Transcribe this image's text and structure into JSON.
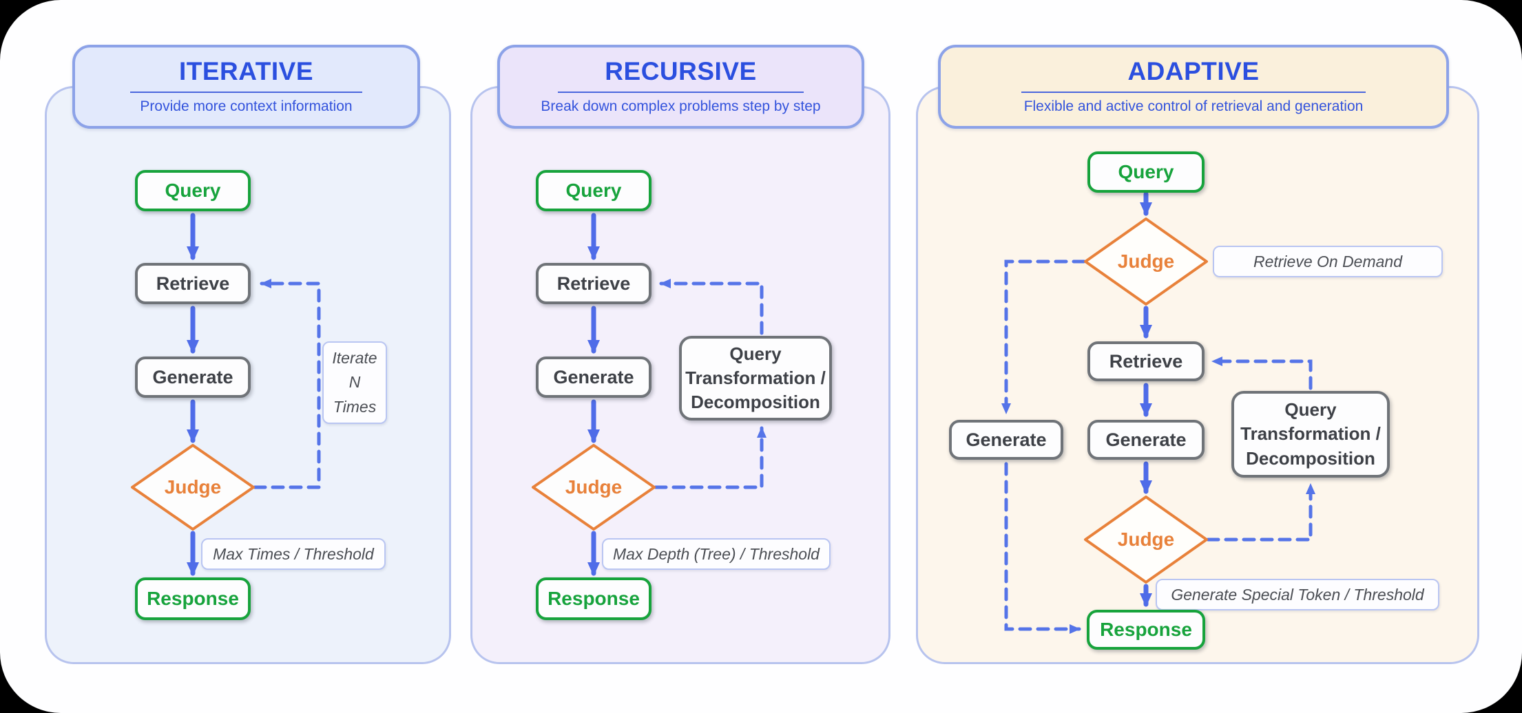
{
  "colors": {
    "page_bg": "#fefeff",
    "outer_bg": "#000000",
    "title_blue": "#2b4fdf",
    "subtitle_blue": "#3353dc",
    "solid_arrow_blue": "#4f6ce8",
    "dashed_arrow_blue": "#5574e8",
    "node_green": "#17a33c",
    "judge_orange": "#e8813a",
    "node_border_gray": "#6f7378",
    "node_text_gray": "#3e4147",
    "tag_border": "#b9c5f2",
    "panel_border": "#b7c3ee",
    "header_border": "#8ca2e8"
  },
  "panels": [
    {
      "key": "iterative",
      "title": "ITERATIVE",
      "subtitle": "Provide more context information",
      "theme": {
        "panel_bg": "#edf2fb",
        "header_bg": "#e2e9fc",
        "panel_border": "#b7c3ee",
        "header_border": "#8ca2e8"
      },
      "nodes": {
        "query": "Query",
        "retrieve": "Retrieve",
        "generate": "Generate",
        "judge": "Judge",
        "response": "Response"
      },
      "annotations": {
        "loop_lines": [
          "Iterate",
          "N",
          "Times"
        ],
        "exit_label": "Max Times / Threshold"
      }
    },
    {
      "key": "recursive",
      "title": "RECURSIVE",
      "subtitle": "Break down complex problems step by step",
      "theme": {
        "panel_bg": "#f4f0fb",
        "header_bg": "#ebe4fa",
        "panel_border": "#b7c3ee",
        "header_border": "#8ca2e8"
      },
      "nodes": {
        "query": "Query",
        "retrieve": "Retrieve",
        "generate": "Generate",
        "judge": "Judge",
        "response": "Response"
      },
      "annotations": {
        "transform_lines": [
          "Query",
          "Transformation /",
          "Decomposition"
        ],
        "exit_label": "Max Depth (Tree) / Threshold"
      }
    },
    {
      "key": "adaptive",
      "title": "ADAPTIVE",
      "subtitle": "Flexible and  active control of retrieval and generation",
      "theme": {
        "panel_bg": "#fdf6ec",
        "header_bg": "#faf0dc",
        "panel_border": "#b7c3ee",
        "header_border": "#8ca2e8"
      },
      "nodes": {
        "query": "Query",
        "judge_top": "Judge",
        "retrieve": "Retrieve",
        "generate_left": "Generate",
        "generate": "Generate",
        "judge_bottom": "Judge",
        "response": "Response"
      },
      "annotations": {
        "demand_label": "Retrieve On  Demand",
        "transform_lines": [
          "Query",
          "Transformation /",
          "Decomposition"
        ],
        "exit_label": "Generate Special Token / Threshold"
      }
    }
  ]
}
